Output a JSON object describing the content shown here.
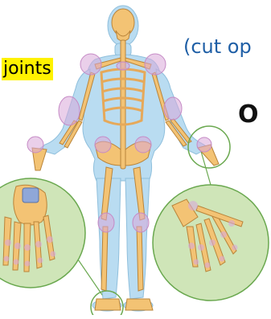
{
  "labels": {
    "joints": "joints",
    "cut_open": "(cut op",
    "o_letter": "O"
  },
  "colors": {
    "skin": "#b9dcf1",
    "skin_outline": "#8fbfdc",
    "bone": "#f3c374",
    "bone_outline": "#b9843a",
    "joint": "#d8a8d8",
    "inset_fill": "#cfe5b8",
    "inset_stroke": "#6aa84f",
    "cut_text": "#1f5fa6",
    "highlight": "#fff200"
  }
}
